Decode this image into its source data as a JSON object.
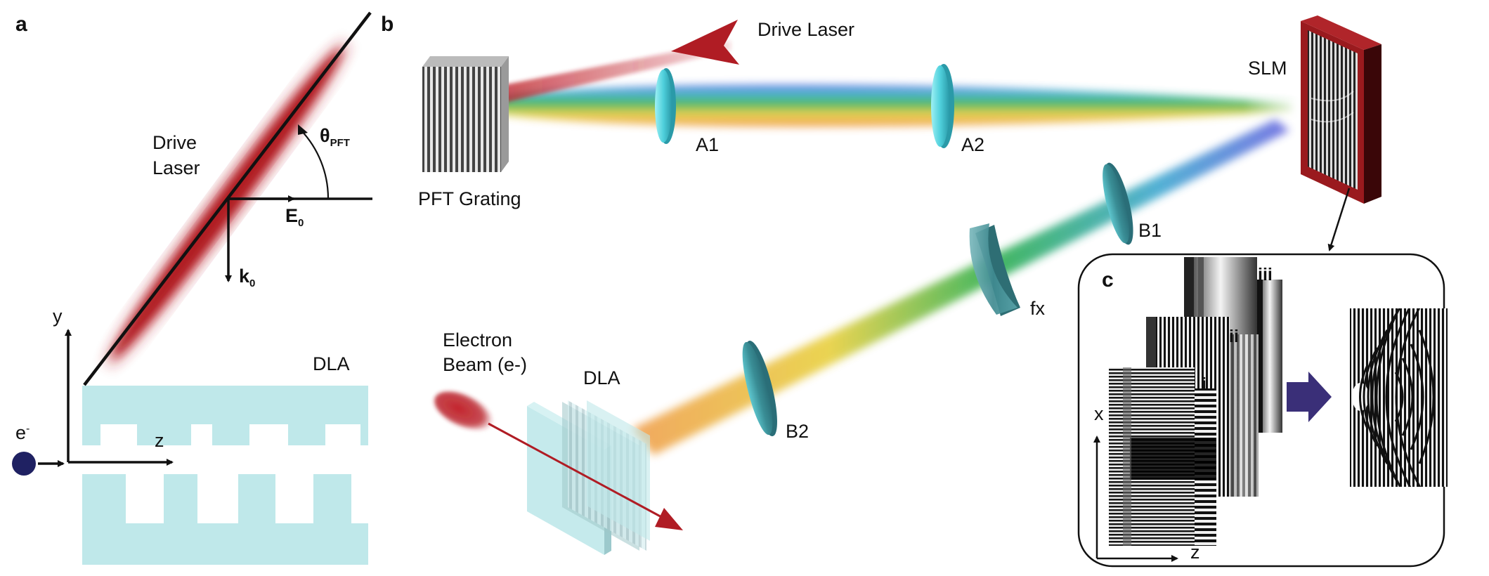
{
  "panels": {
    "a": "a",
    "b": "b",
    "c": "c"
  },
  "panel_a": {
    "drive_laser_line1": "Drive",
    "drive_laser_line2": "Laser",
    "theta": "θ",
    "theta_sub": "PFT",
    "E": "E",
    "E_sub": "0",
    "k": "k",
    "k_sub": "0",
    "y_axis": "y",
    "z_axis": "z",
    "electron": "e",
    "electron_sup": "-",
    "dla": "DLA"
  },
  "panel_b": {
    "drive_laser": "Drive Laser",
    "grating": "PFT Grating",
    "lens_a1": "A1",
    "lens_a2": "A2",
    "slm": "SLM",
    "lens_b1": "B1",
    "fx": "fx",
    "lens_b2": "B2",
    "beam_line1": "Electron",
    "beam_line2": "Beam (e-)",
    "dla": "DLA"
  },
  "panel_c": {
    "layer_iii": "iii",
    "layer_ii": "ii",
    "layer_i": "i",
    "x_axis": "x",
    "z_axis": "z"
  },
  "colors": {
    "laser_red": "#b22027",
    "dla_cyan": "#bfe8ea",
    "lens_cyan": "#4fd0dc",
    "slm_frame": "#9a1a1e",
    "arrow_navy": "#3a2f78",
    "electron_navy": "#1f2162"
  }
}
